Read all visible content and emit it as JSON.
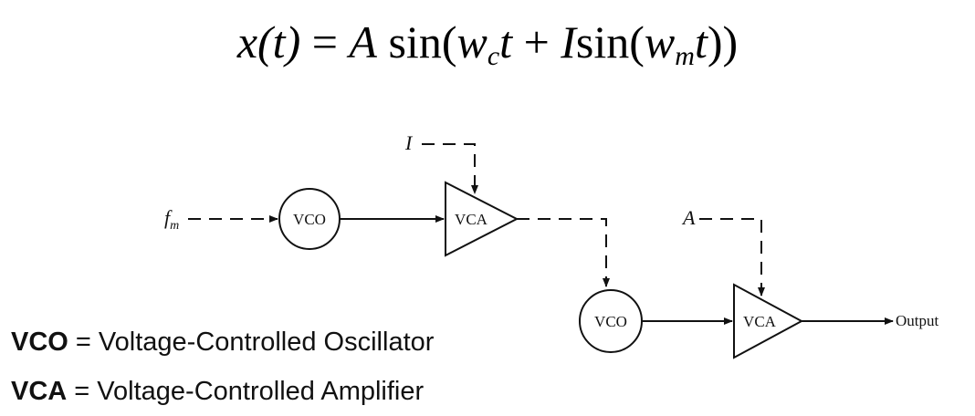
{
  "formula": {
    "lhs": "x(t)",
    "equals": "=",
    "amp": "A",
    "sin1": "sin(",
    "wc_base": "w",
    "wc_sub": "c",
    "t1": "t",
    "plus": "+",
    "index": "I",
    "sin2": "sin(",
    "wm_base": "w",
    "wm_sub": "m",
    "t2": "t",
    "close": "))"
  },
  "diagram": {
    "input_fm_base": "f",
    "input_fm_sub": "m",
    "input_I": "I",
    "input_A": "A",
    "vco1_label": "VCO",
    "vca1_label": "VCA",
    "vco2_label": "VCO",
    "vca2_label": "VCA",
    "output_label": "Output"
  },
  "legend": [
    {
      "abbr": "VCO",
      "sep": " = ",
      "text": "Voltage-Controlled Oscillator"
    },
    {
      "abbr": "VCA",
      "sep": " = ",
      "text": "Voltage-Controlled Amplifier"
    }
  ]
}
